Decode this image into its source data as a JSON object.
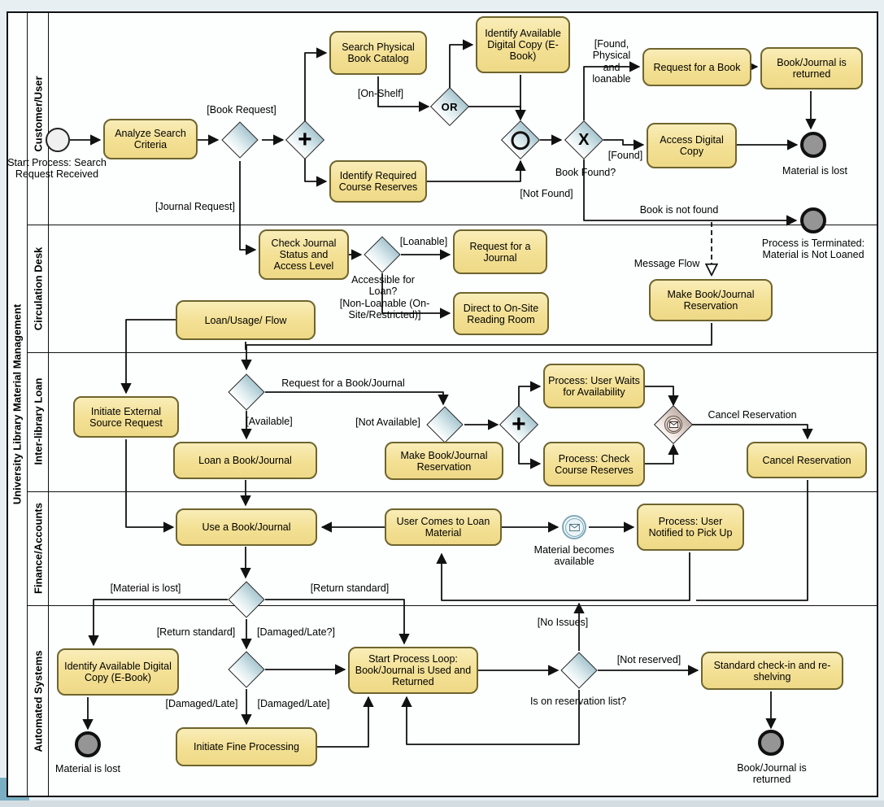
{
  "pool": {
    "label": "University Library Material Management"
  },
  "lanes": [
    "Customer/User",
    "Circulation Desk",
    "Inter-library Loan",
    "Finance/Accounts",
    "Automated Systems"
  ],
  "tasks": {
    "analyze_search": "Analyze Search Criteria",
    "search_physical": "Search Physical Book Catalog",
    "identify_ebook_top": "Identify Available Digital Copy (E-Book)",
    "identify_course": "Identify Required Course Reserves",
    "request_book": "Request for a Book",
    "book_journal_returned": "Book/Journal is returned",
    "access_digital": "Access Digital Copy",
    "check_journal": "Check Journal Status and Access Level",
    "request_journal": "Request for a Journal",
    "direct_onsite": "Direct to On-Site Reading Room",
    "loan_usage": "Loan/Usage/ Flow",
    "make_reservation_cd": "Make Book/Journal Reservation",
    "initiate_external": "Initiate External Source Request",
    "loan_book": "Loan a Book/Journal",
    "make_reservation_ill": "Make Book/Journal Reservation",
    "process_waits": "Process: User Waits for Availability",
    "process_check": "Process: Check Course Reserves",
    "cancel_reservation": "Cancel Reservation",
    "use_book": "Use a Book/Journal",
    "user_comes": "User Comes to Loan Material",
    "process_notified": "Process: User Notified to Pick Up",
    "identify_ebook_bottom": "Identify Available Digital Copy (E-Book)",
    "initiate_fine": "Initiate Fine Processing",
    "start_loop": "Start Process Loop: Book/Journal is Used and Returned",
    "standard_checkin": "Standard check-in and re-shelving"
  },
  "events": {
    "start": "Start Process: Search Request Received",
    "material_lost_top": "Material is lost",
    "terminated": "Process is Terminated: Material is Not Loaned",
    "material_lost_bottom": "Material is lost",
    "returned": "Book/Journal is returned"
  },
  "gateways": {
    "or": "OR",
    "x": "X",
    "plus": "+",
    "book_found": "Book Found?",
    "accessible": "Accessible for Loan?",
    "reservation_list": "Is on reservation list?"
  },
  "edge_labels": {
    "book_request": "[Book Request]",
    "journal_request": "[Journal Request]",
    "on_shelf": "[On-Shelf]",
    "found_physical": "[Found, Physical and loanable",
    "found": "[Found]",
    "not_found": "[Not Found]",
    "book_not_found": "Book is not found",
    "message_flow": "Message Flow",
    "loanable": "[Loanable]",
    "non_loanable": "[Non-Loanable (On-Site/Restricted)]",
    "request_book_journal": "Request for a Book/Journal",
    "available": "[Available]",
    "not_available": "[Not Available]",
    "cancel_reservation": "Cancel Reservation",
    "material_becomes": "Material becomes available",
    "material_is_lost": "[Material is lost]",
    "return_standard": "[Return standard]",
    "no_issues": "[No Issues]",
    "return_standard_2": "[Return standard]",
    "damaged_late_q": "[Damaged/Late?]",
    "damaged_late": "[Damaged/Late]",
    "damaged_late_2": "[Damaged/Late]",
    "not_reserved": "[Not reserved]"
  },
  "colors": {
    "task_fill": "#F3E093",
    "task_border": "#6E652E",
    "gateway_fill": "#A9C7D1",
    "line": "#111111",
    "end_event_fill": "#959595",
    "accent_teal": "#79AEC3",
    "background": "#E7EFF3"
  }
}
